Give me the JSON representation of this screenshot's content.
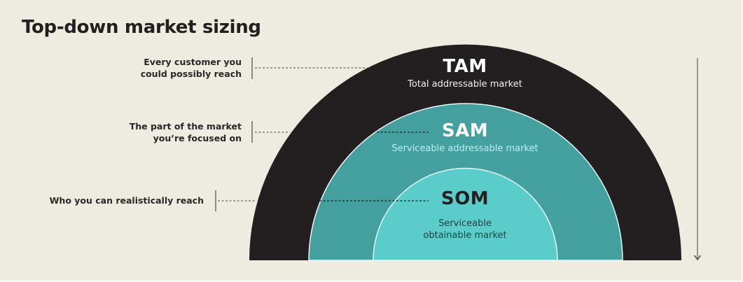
{
  "title": "Top-down market sizing",
  "colors": {
    "background": "#eeebe0",
    "tam": "#231f20",
    "sam": "#43a09f",
    "som": "#5acdca",
    "text_dark": "#231f20",
    "text_light": "#ffffff",
    "sam_subtitle": "#bff0ee",
    "guide_line": "#6d6a66"
  },
  "annotations": [
    {
      "id": "tam",
      "lines": [
        "Every customer you",
        "could possibly reach"
      ]
    },
    {
      "id": "sam",
      "lines": [
        "The part of the market",
        "you’re focused on"
      ]
    },
    {
      "id": "som",
      "lines": [
        "Who you can realistically reach"
      ]
    }
  ],
  "tiers": [
    {
      "id": "tam",
      "acronym": "TAM",
      "subtitle": [
        "Total addressable market"
      ]
    },
    {
      "id": "sam",
      "acronym": "SAM",
      "subtitle": [
        "Serviceable addressable market"
      ]
    },
    {
      "id": "som",
      "acronym": "SOM",
      "subtitle": [
        "Serviceable",
        "obtainable market"
      ]
    }
  ],
  "arrow": {
    "direction": "down",
    "icon": "down-arrow-icon"
  },
  "chart_data": {
    "type": "nested-semicircles",
    "title": "Top-down market sizing",
    "layers": [
      {
        "name": "TAM",
        "label": "Total addressable market",
        "description": "Every customer you could possibly reach",
        "relative_radius": 1.0
      },
      {
        "name": "SAM",
        "label": "Serviceable addressable market",
        "description": "The part of the market you’re focused on",
        "relative_radius": 0.73
      },
      {
        "name": "SOM",
        "label": "Serviceable obtainable market",
        "description": "Who you can realistically reach",
        "relative_radius": 0.43
      }
    ]
  }
}
